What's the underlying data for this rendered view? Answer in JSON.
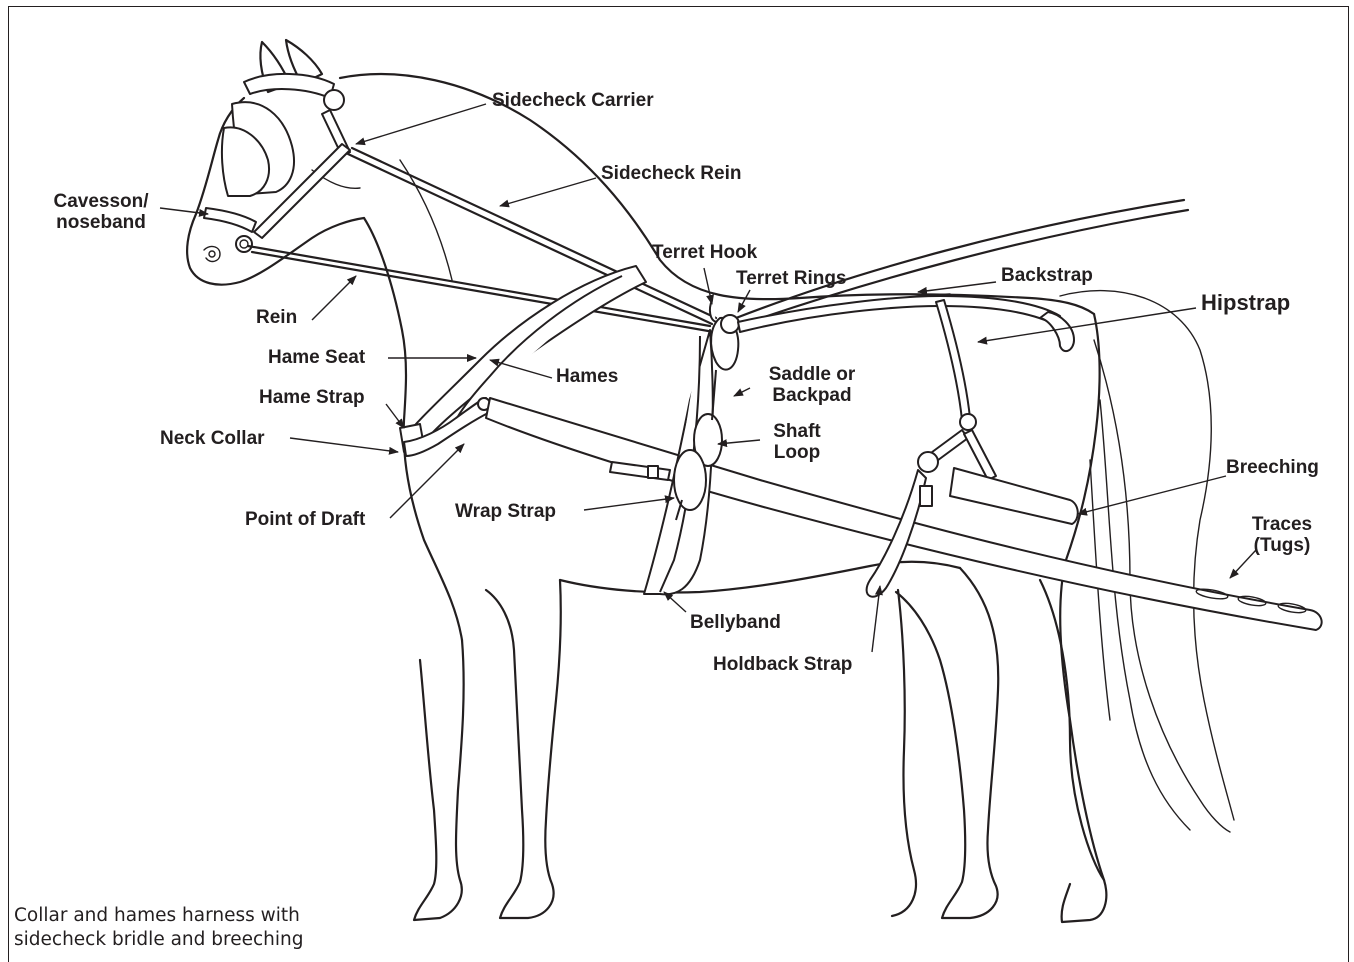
{
  "labels": {
    "sidecheck_carrier": "Sidecheck Carrier",
    "sidecheck_rein": "Sidecheck Rein",
    "cavesson_line1": "Cavesson/",
    "cavesson_line2": "noseband",
    "terret_hook": "Terret Hook",
    "terret_rings": "Terret Rings",
    "backstrap": "Backstrap",
    "hipstrap": "Hipstrap",
    "rein": "Rein",
    "hame_seat": "Hame Seat",
    "hames": "Hames",
    "saddle_line1": "Saddle or",
    "saddle_line2": "Backpad",
    "hame_strap": "Hame Strap",
    "shaft_loop_line1": "Shaft",
    "shaft_loop_line2": "Loop",
    "neck_collar": "Neck Collar",
    "breeching": "Breeching",
    "point_of_draft": "Point of Draft",
    "wrap_strap": "Wrap Strap",
    "traces_line1": "Traces",
    "traces_line2": "(Tugs)",
    "bellyband": "Bellyband",
    "holdback_strap": "Holdback Strap"
  },
  "caption": {
    "line1": "Collar and hames harness with",
    "line2": "sidecheck bridle and breeching"
  },
  "colors": {
    "ink": "#231f20",
    "background": "#ffffff"
  }
}
